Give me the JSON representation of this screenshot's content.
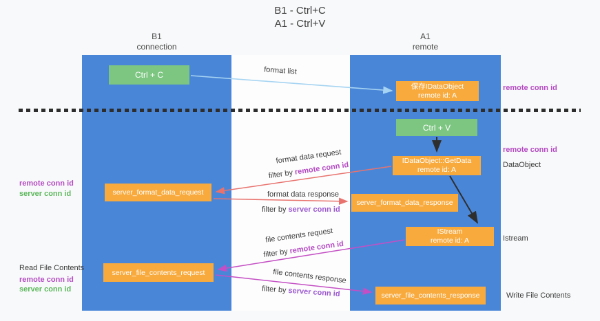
{
  "title": {
    "line1": "B1 - Ctrl+C",
    "line2": "A1 - Ctrl+V"
  },
  "columns": {
    "left": {
      "name": "B1",
      "role": "connection"
    },
    "right": {
      "name": "A1",
      "role": "remote"
    }
  },
  "nodes": {
    "ctrl_c": {
      "label": "Ctrl + C"
    },
    "ctrl_v": {
      "label": "Ctrl + V"
    },
    "saved_dataobject": {
      "line1": "保存IDataObject",
      "line2": "remote id: A"
    },
    "getdata": {
      "line1": "IDataObject::GetData",
      "line2": "remote id: A"
    },
    "istream": {
      "line1": "IStream",
      "line2": "remote id: A"
    },
    "format_request": {
      "label": "server_format_data_request"
    },
    "format_response": {
      "label": "server_format_data_response"
    },
    "file_request": {
      "label": "server_file_contents_request"
    },
    "file_response": {
      "label": "server_file_contents_response"
    }
  },
  "terms": {
    "remote_conn_id": "remote conn id",
    "server_conn_id": "server conn id",
    "filter_by": "filter by"
  },
  "flow_labels": {
    "format_list": "format list",
    "format_data_request": "format data request",
    "format_data_response": "format data response",
    "file_contents_request": "file contents request",
    "file_contents_response": "file contents response"
  },
  "side_labels": {
    "dataobject": "DataObject",
    "istream": "Istream",
    "read_file_contents": "Read File Contents",
    "write_file_contents": "Write File Contents"
  },
  "colors": {
    "column_blue": "#4a86d8",
    "box_green": "#7cc681",
    "box_orange": "#f8aa3d",
    "arrow_blue": "#a6d4f2",
    "arrow_black": "#2e2e2e",
    "arrow_salmon": "#e8736e",
    "arrow_magenta": "#c44fc4",
    "term_remote_conn_id": "#b44bc2",
    "term_server_conn_id_purple": "#9b59d0",
    "term_server_conn_id_green": "#5cb85c"
  }
}
